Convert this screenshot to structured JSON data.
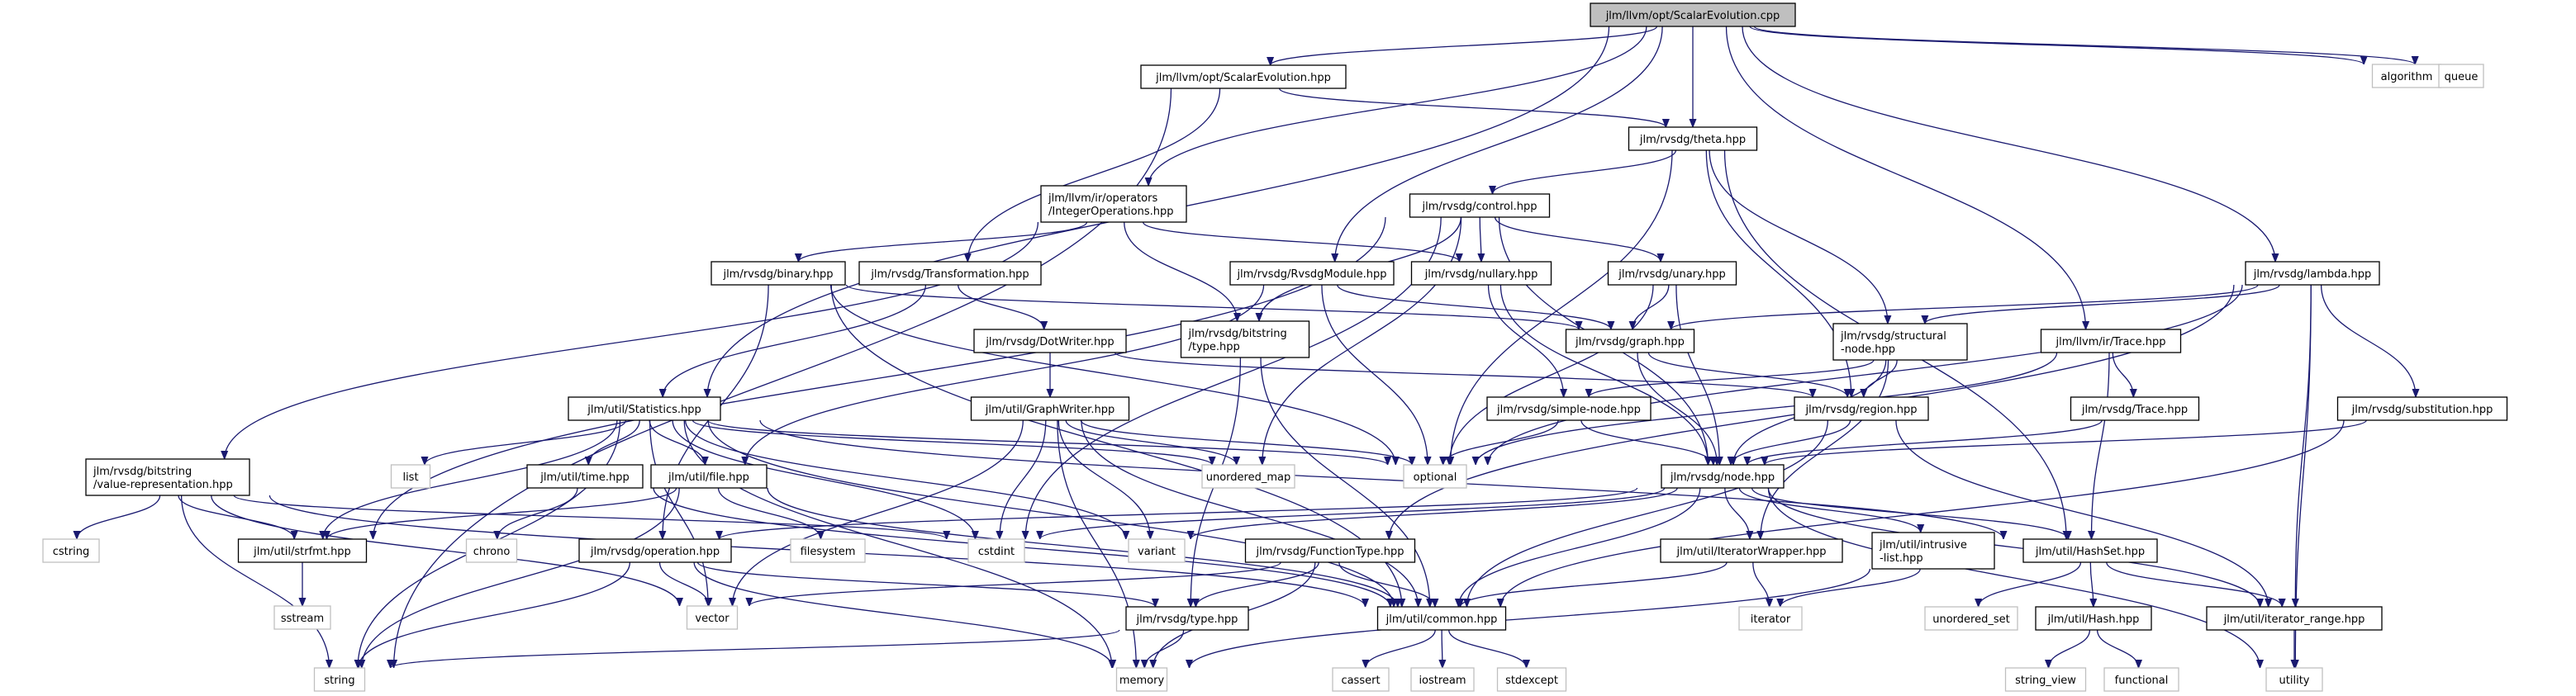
{
  "title": "jlm/llvm/opt/ScalarEvolution.cpp include dependency graph",
  "colors": {
    "edge": "#191970",
    "root_fill": "#bfbfbf",
    "node_border": "#000000",
    "system_border": "#bfbfbf"
  },
  "nodes": [
    {
      "id": "root",
      "label": [
        "jlm/llvm/opt/ScalarEvolution.cpp"
      ],
      "kind": "root"
    },
    {
      "id": "sehpp",
      "label": [
        "jlm/llvm/opt/ScalarEvolution.hpp"
      ],
      "kind": "file"
    },
    {
      "id": "algorithm",
      "label": [
        "algorithm"
      ],
      "kind": "sys"
    },
    {
      "id": "queue",
      "label": [
        "queue"
      ],
      "kind": "sys"
    },
    {
      "id": "theta",
      "label": [
        "jlm/rvsdg/theta.hpp"
      ],
      "kind": "file"
    },
    {
      "id": "intops",
      "label": [
        "jlm/llvm/ir/operators",
        "/IntegerOperations.hpp"
      ],
      "kind": "file"
    },
    {
      "id": "control",
      "label": [
        "jlm/rvsdg/control.hpp"
      ],
      "kind": "file"
    },
    {
      "id": "binary",
      "label": [
        "jlm/rvsdg/binary.hpp"
      ],
      "kind": "file"
    },
    {
      "id": "transformation",
      "label": [
        "jlm/rvsdg/Transformation.hpp"
      ],
      "kind": "file"
    },
    {
      "id": "rvsdgmodule",
      "label": [
        "jlm/rvsdg/RvsdgModule.hpp"
      ],
      "kind": "file"
    },
    {
      "id": "nullary",
      "label": [
        "jlm/rvsdg/nullary.hpp"
      ],
      "kind": "file"
    },
    {
      "id": "unary",
      "label": [
        "jlm/rvsdg/unary.hpp"
      ],
      "kind": "file"
    },
    {
      "id": "lambda",
      "label": [
        "jlm/rvsdg/lambda.hpp"
      ],
      "kind": "file"
    },
    {
      "id": "dotwriter",
      "label": [
        "jlm/rvsdg/DotWriter.hpp"
      ],
      "kind": "file"
    },
    {
      "id": "bittype",
      "label": [
        "jlm/rvsdg/bitstring",
        "/type.hpp"
      ],
      "kind": "file"
    },
    {
      "id": "graph",
      "label": [
        "jlm/rvsdg/graph.hpp"
      ],
      "kind": "file"
    },
    {
      "id": "structural",
      "label": [
        "jlm/rvsdg/structural",
        "-node.hpp"
      ],
      "kind": "file"
    },
    {
      "id": "irtrace",
      "label": [
        "jlm/llvm/ir/Trace.hpp"
      ],
      "kind": "file"
    },
    {
      "id": "statistics",
      "label": [
        "jlm/util/Statistics.hpp"
      ],
      "kind": "file"
    },
    {
      "id": "graphwriter",
      "label": [
        "jlm/util/GraphWriter.hpp"
      ],
      "kind": "file"
    },
    {
      "id": "simplenode",
      "label": [
        "jlm/rvsdg/simple-node.hpp"
      ],
      "kind": "file"
    },
    {
      "id": "region",
      "label": [
        "jlm/rvsdg/region.hpp"
      ],
      "kind": "file"
    },
    {
      "id": "rtrace",
      "label": [
        "jlm/rvsdg/Trace.hpp"
      ],
      "kind": "file"
    },
    {
      "id": "substitution",
      "label": [
        "jlm/rvsdg/substitution.hpp"
      ],
      "kind": "file"
    },
    {
      "id": "valuerep",
      "label": [
        "jlm/rvsdg/bitstring",
        "/value-representation.hpp"
      ],
      "kind": "file"
    },
    {
      "id": "list",
      "label": [
        "list"
      ],
      "kind": "sys"
    },
    {
      "id": "time",
      "label": [
        "jlm/util/time.hpp"
      ],
      "kind": "file"
    },
    {
      "id": "file",
      "label": [
        "jlm/util/file.hpp"
      ],
      "kind": "file"
    },
    {
      "id": "unordered_map",
      "label": [
        "unordered_map"
      ],
      "kind": "sys"
    },
    {
      "id": "optional",
      "label": [
        "optional"
      ],
      "kind": "sys"
    },
    {
      "id": "node",
      "label": [
        "jlm/rvsdg/node.hpp"
      ],
      "kind": "file"
    },
    {
      "id": "cstring",
      "label": [
        "cstring"
      ],
      "kind": "sys"
    },
    {
      "id": "strfmt",
      "label": [
        "jlm/util/strfmt.hpp"
      ],
      "kind": "file"
    },
    {
      "id": "chrono",
      "label": [
        "chrono"
      ],
      "kind": "sys"
    },
    {
      "id": "operation",
      "label": [
        "jlm/rvsdg/operation.hpp"
      ],
      "kind": "file"
    },
    {
      "id": "filesystem",
      "label": [
        "filesystem"
      ],
      "kind": "sys"
    },
    {
      "id": "cstdint",
      "label": [
        "cstdint"
      ],
      "kind": "sys"
    },
    {
      "id": "variant",
      "label": [
        "variant"
      ],
      "kind": "sys"
    },
    {
      "id": "functiontype",
      "label": [
        "jlm/rvsdg/FunctionType.hpp"
      ],
      "kind": "file"
    },
    {
      "id": "iterwrapper",
      "label": [
        "jlm/util/IteratorWrapper.hpp"
      ],
      "kind": "file"
    },
    {
      "id": "intrusive",
      "label": [
        "jlm/util/intrusive",
        "-list.hpp"
      ],
      "kind": "file"
    },
    {
      "id": "hashset",
      "label": [
        "jlm/util/HashSet.hpp"
      ],
      "kind": "file"
    },
    {
      "id": "sstream",
      "label": [
        "sstream"
      ],
      "kind": "sys"
    },
    {
      "id": "vector",
      "label": [
        "vector"
      ],
      "kind": "sys"
    },
    {
      "id": "type",
      "label": [
        "jlm/rvsdg/type.hpp"
      ],
      "kind": "file"
    },
    {
      "id": "common",
      "label": [
        "jlm/util/common.hpp"
      ],
      "kind": "file"
    },
    {
      "id": "iterator",
      "label": [
        "iterator"
      ],
      "kind": "sys"
    },
    {
      "id": "unordered_set",
      "label": [
        "unordered_set"
      ],
      "kind": "sys"
    },
    {
      "id": "hash",
      "label": [
        "jlm/util/Hash.hpp"
      ],
      "kind": "file"
    },
    {
      "id": "iterrange",
      "label": [
        "jlm/util/iterator_range.hpp"
      ],
      "kind": "file"
    },
    {
      "id": "string",
      "label": [
        "string"
      ],
      "kind": "sys"
    },
    {
      "id": "memory",
      "label": [
        "memory"
      ],
      "kind": "sys"
    },
    {
      "id": "cassert",
      "label": [
        "cassert"
      ],
      "kind": "sys"
    },
    {
      "id": "iostream",
      "label": [
        "iostream"
      ],
      "kind": "sys"
    },
    {
      "id": "stdexcept",
      "label": [
        "stdexcept"
      ],
      "kind": "sys"
    },
    {
      "id": "string_view",
      "label": [
        "string_view"
      ],
      "kind": "sys"
    },
    {
      "id": "functional",
      "label": [
        "functional"
      ],
      "kind": "sys"
    },
    {
      "id": "utility",
      "label": [
        "utility"
      ],
      "kind": "sys"
    }
  ],
  "edges": [
    [
      "root",
      "sehpp"
    ],
    [
      "root",
      "algorithm"
    ],
    [
      "root",
      "queue"
    ],
    [
      "root",
      "theta"
    ],
    [
      "root",
      "intops"
    ],
    [
      "root",
      "rvsdgmodule"
    ],
    [
      "root",
      "lambda"
    ],
    [
      "root",
      "irtrace"
    ],
    [
      "root",
      "statistics"
    ],
    [
      "sehpp",
      "theta"
    ],
    [
      "sehpp",
      "transformation"
    ],
    [
      "sehpp",
      "string"
    ],
    [
      "theta",
      "control"
    ],
    [
      "theta",
      "structural"
    ],
    [
      "theta",
      "region"
    ],
    [
      "theta",
      "optional"
    ],
    [
      "theta",
      "hashset"
    ],
    [
      "intops",
      "binary"
    ],
    [
      "intops",
      "nullary"
    ],
    [
      "intops",
      "bittype"
    ],
    [
      "intops",
      "valuerep"
    ],
    [
      "control",
      "nullary"
    ],
    [
      "control",
      "unary"
    ],
    [
      "control",
      "bittype"
    ],
    [
      "control",
      "node"
    ],
    [
      "control",
      "strfmt"
    ],
    [
      "control",
      "unordered_map"
    ],
    [
      "control",
      "cstdint"
    ],
    [
      "binary",
      "graph"
    ],
    [
      "binary",
      "operation"
    ],
    [
      "binary",
      "common"
    ],
    [
      "binary",
      "optional"
    ],
    [
      "transformation",
      "statistics"
    ],
    [
      "transformation",
      "dotwriter"
    ],
    [
      "rvsdgmodule",
      "graph"
    ],
    [
      "rvsdgmodule",
      "file"
    ],
    [
      "rvsdgmodule",
      "optional"
    ],
    [
      "nullary",
      "simplenode"
    ],
    [
      "nullary",
      "node"
    ],
    [
      "unary",
      "graph"
    ],
    [
      "unary",
      "node"
    ],
    [
      "unary",
      "optional"
    ],
    [
      "lambda",
      "graph"
    ],
    [
      "lambda",
      "structural"
    ],
    [
      "lambda",
      "substitution"
    ],
    [
      "lambda",
      "functiontype"
    ],
    [
      "lambda",
      "iterrange"
    ],
    [
      "lambda",
      "utility"
    ],
    [
      "lambda",
      "optional"
    ],
    [
      "dotwriter",
      "graphwriter"
    ],
    [
      "dotwriter",
      "region"
    ],
    [
      "bittype",
      "type"
    ],
    [
      "bittype",
      "common"
    ],
    [
      "graph",
      "region"
    ],
    [
      "graph",
      "node"
    ],
    [
      "structural",
      "region"
    ],
    [
      "structural",
      "simplenode"
    ],
    [
      "structural",
      "node"
    ],
    [
      "structural",
      "iterwrapper"
    ],
    [
      "irtrace",
      "rtrace"
    ],
    [
      "irtrace",
      "optional"
    ],
    [
      "irtrace",
      "hashset"
    ],
    [
      "statistics",
      "list"
    ],
    [
      "statistics",
      "time"
    ],
    [
      "statistics",
      "file"
    ],
    [
      "statistics",
      "strfmt"
    ],
    [
      "statistics",
      "unordered_map"
    ],
    [
      "statistics",
      "optional"
    ],
    [
      "statistics",
      "cstdint"
    ],
    [
      "statistics",
      "variant"
    ],
    [
      "statistics",
      "vector"
    ],
    [
      "statistics",
      "string"
    ],
    [
      "statistics",
      "memory"
    ],
    [
      "statistics",
      "common"
    ],
    [
      "statistics",
      "hashset"
    ],
    [
      "graphwriter",
      "cstdint"
    ],
    [
      "graphwriter",
      "variant"
    ],
    [
      "graphwriter",
      "vector"
    ],
    [
      "graphwriter",
      "memory"
    ],
    [
      "graphwriter",
      "common"
    ],
    [
      "graphwriter",
      "unordered_map"
    ],
    [
      "graphwriter",
      "optional"
    ],
    [
      "simplenode",
      "node"
    ],
    [
      "simplenode",
      "optional"
    ],
    [
      "region",
      "node"
    ],
    [
      "region",
      "iterrange"
    ],
    [
      "region",
      "common"
    ],
    [
      "rtrace",
      "node"
    ],
    [
      "substitution",
      "node"
    ],
    [
      "substitution",
      "common"
    ],
    [
      "valuerep",
      "cstring"
    ],
    [
      "valuerep",
      "strfmt"
    ],
    [
      "valuerep",
      "string"
    ],
    [
      "valuerep",
      "vector"
    ],
    [
      "valuerep",
      "cstdint"
    ],
    [
      "valuerep",
      "common"
    ],
    [
      "time",
      "chrono"
    ],
    [
      "time",
      "common"
    ],
    [
      "file",
      "filesystem"
    ],
    [
      "file",
      "strfmt"
    ],
    [
      "file",
      "string"
    ],
    [
      "file",
      "common"
    ],
    [
      "node",
      "operation"
    ],
    [
      "node",
      "iterwrapper"
    ],
    [
      "node",
      "intrusive"
    ],
    [
      "node",
      "hashset"
    ],
    [
      "node",
      "common"
    ],
    [
      "node",
      "cstdint"
    ],
    [
      "node",
      "variant"
    ],
    [
      "node",
      "iterrange"
    ],
    [
      "node",
      "utility"
    ],
    [
      "strfmt",
      "sstream"
    ],
    [
      "operation",
      "vector"
    ],
    [
      "operation",
      "string"
    ],
    [
      "operation",
      "memory"
    ],
    [
      "operation",
      "type"
    ],
    [
      "functiontype",
      "type"
    ],
    [
      "functiontype",
      "common"
    ],
    [
      "functiontype",
      "memory"
    ],
    [
      "functiontype",
      "vector"
    ],
    [
      "iterwrapper",
      "iterator"
    ],
    [
      "iterwrapper",
      "common"
    ],
    [
      "intrusive",
      "iterator"
    ],
    [
      "intrusive",
      "memory"
    ],
    [
      "hashset",
      "unordered_set"
    ],
    [
      "hashset",
      "hash"
    ],
    [
      "hashset",
      "iterrange"
    ],
    [
      "type",
      "memory"
    ],
    [
      "type",
      "string"
    ],
    [
      "common",
      "cassert"
    ],
    [
      "common",
      "iostream"
    ],
    [
      "common",
      "stdexcept"
    ],
    [
      "hash",
      "string_view"
    ],
    [
      "hash",
      "functional"
    ],
    [
      "iterrange",
      "utility"
    ]
  ]
}
